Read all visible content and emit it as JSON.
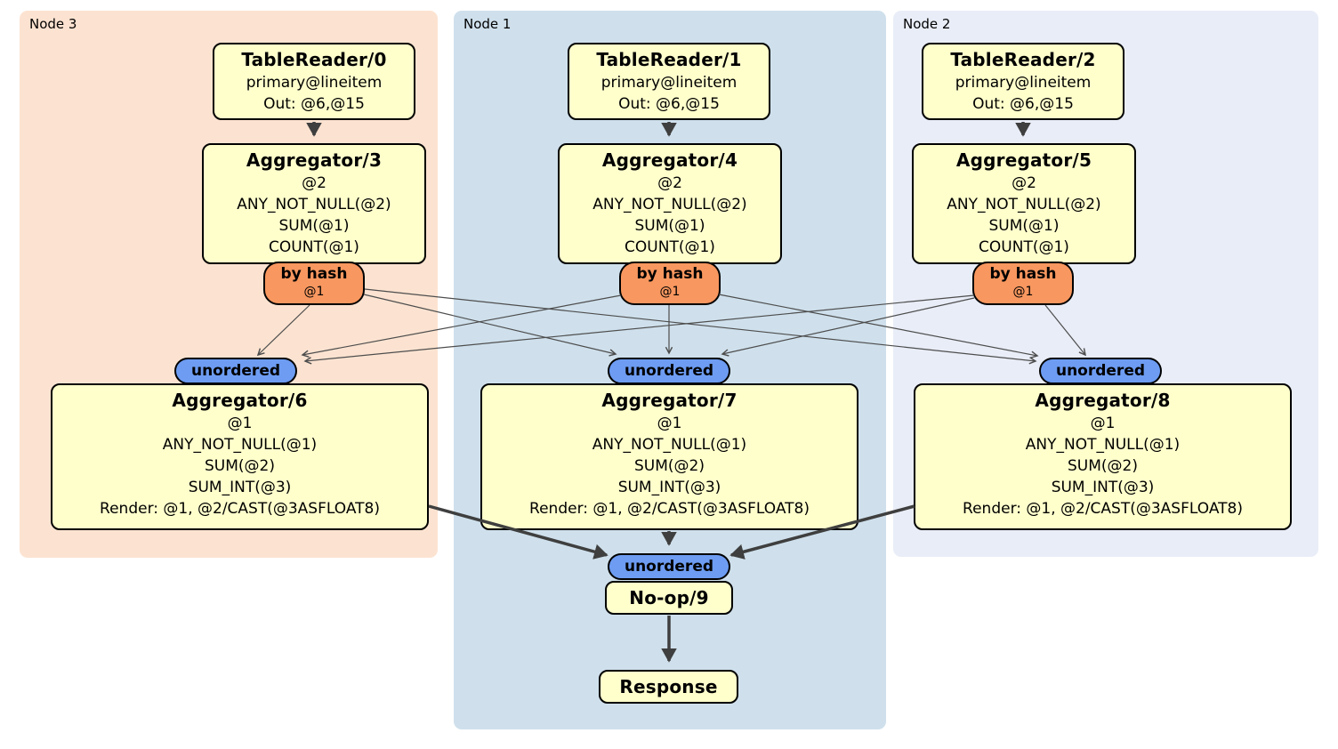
{
  "regions": {
    "node3": {
      "label": "Node 3"
    },
    "node1": {
      "label": "Node 1"
    },
    "node2": {
      "label": "Node 2"
    }
  },
  "processors": {
    "tr0": {
      "title": "TableReader/0",
      "lines": [
        "primary@lineitem",
        "Out: @6,@15"
      ]
    },
    "tr1": {
      "title": "TableReader/1",
      "lines": [
        "primary@lineitem",
        "Out: @6,@15"
      ]
    },
    "tr2": {
      "title": "TableReader/2",
      "lines": [
        "primary@lineitem",
        "Out: @6,@15"
      ]
    },
    "agg3": {
      "title": "Aggregator/3",
      "lines": [
        "@2",
        "ANY_NOT_NULL(@2)",
        "SUM(@1)",
        "COUNT(@1)"
      ]
    },
    "agg4": {
      "title": "Aggregator/4",
      "lines": [
        "@2",
        "ANY_NOT_NULL(@2)",
        "SUM(@1)",
        "COUNT(@1)"
      ]
    },
    "agg5": {
      "title": "Aggregator/5",
      "lines": [
        "@2",
        "ANY_NOT_NULL(@2)",
        "SUM(@1)",
        "COUNT(@1)"
      ]
    },
    "agg6": {
      "title": "Aggregator/6",
      "lines": [
        "@1",
        "ANY_NOT_NULL(@1)",
        "SUM(@2)",
        "SUM_INT(@3)",
        "Render: @1, @2/CAST(@3ASFLOAT8)"
      ]
    },
    "agg7": {
      "title": "Aggregator/7",
      "lines": [
        "@1",
        "ANY_NOT_NULL(@1)",
        "SUM(@2)",
        "SUM_INT(@3)",
        "Render: @1, @2/CAST(@3ASFLOAT8)"
      ]
    },
    "agg8": {
      "title": "Aggregator/8",
      "lines": [
        "@1",
        "ANY_NOT_NULL(@1)",
        "SUM(@2)",
        "SUM_INT(@3)",
        "Render: @1, @2/CAST(@3ASFLOAT8)"
      ]
    },
    "noop9": {
      "title": "No-op/9"
    },
    "response": {
      "title": "Response"
    }
  },
  "routers": {
    "by_hash": {
      "label": "by hash",
      "detail": "@1"
    },
    "unordered": {
      "label": "unordered"
    }
  },
  "colors": {
    "node3_bg": "#fce3d1",
    "node1_bg": "#cfe0ec",
    "node2_bg": "#e9edf7",
    "processor_bg": "#ffffcc",
    "hash_router_bg": "#f8975f",
    "sync_bg": "#6d9cf2",
    "edge": "#4d4d4d"
  }
}
